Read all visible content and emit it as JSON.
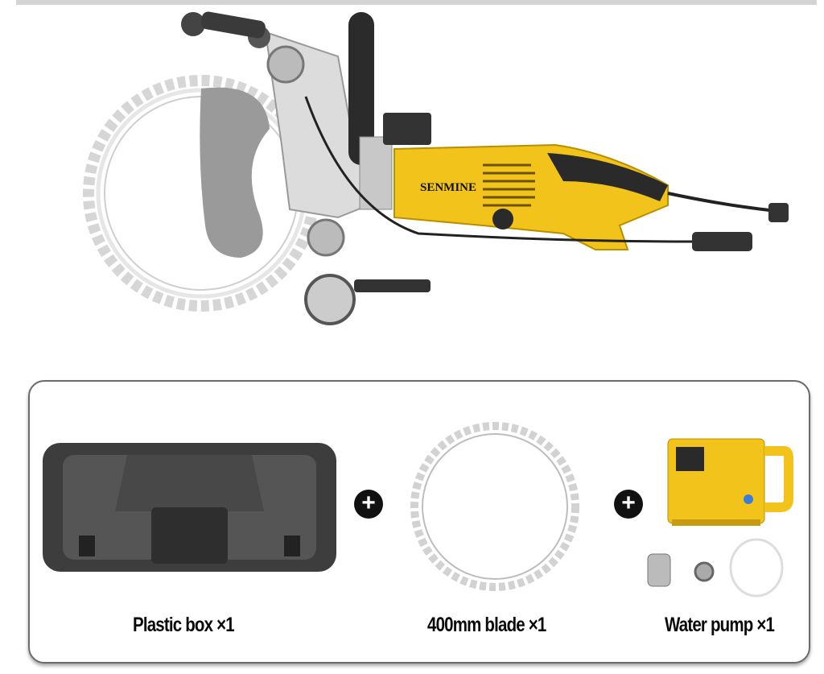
{
  "product": {
    "brand_label": "SENMINE",
    "colors": {
      "body": "#f2c31a",
      "grip": "#2a2a2a",
      "blade": "#d8d8d8"
    }
  },
  "kit": {
    "items": [
      {
        "label": "Plastic box ×1",
        "icon": "plastic-case"
      },
      {
        "label": "400mm blade ×1",
        "icon": "ring-blade"
      },
      {
        "label": "Water pump ×1",
        "icon": "water-pump"
      }
    ],
    "separator": "+"
  }
}
